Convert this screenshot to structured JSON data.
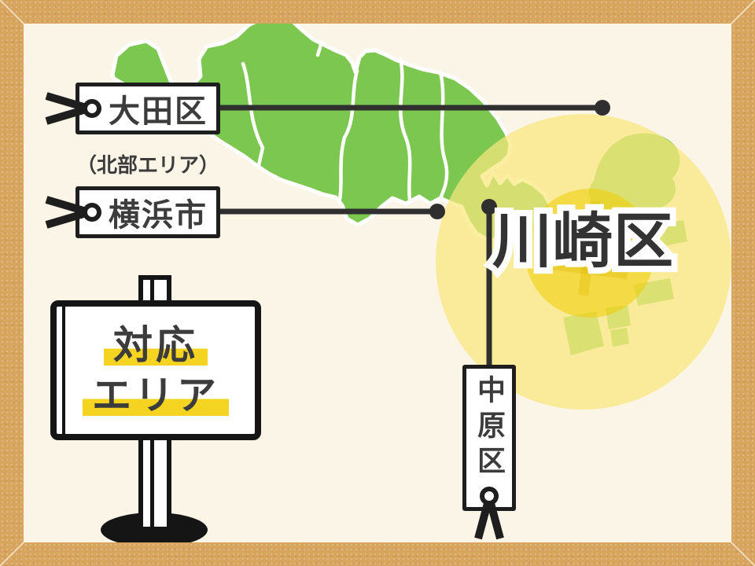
{
  "colors": {
    "frame": "#D8A55F",
    "canvas": "#FBF5E7",
    "land": "#7CC74F",
    "land-alt": "#8CCB52",
    "glow-outer": "#F8E87D",
    "glow-inner": "#F0CC00",
    "street": "#DDB800",
    "ink": "#1E1E1E",
    "line": "#2F2F2F",
    "text": "#3C3C3C",
    "highlight": "#F5D321"
  },
  "map": {
    "highlight_area_label": "川崎区"
  },
  "tags": {
    "ota": {
      "label": "大田区",
      "note": "（北部エリア）"
    },
    "yokohama": {
      "label": "横浜市"
    },
    "nakahara": {
      "label": "中原区"
    }
  },
  "sign": {
    "line1": "対応",
    "line2": "エリア"
  },
  "icons": {
    "tag_hole": "tag-hole-icon",
    "tag_string": "tag-string-icon"
  }
}
